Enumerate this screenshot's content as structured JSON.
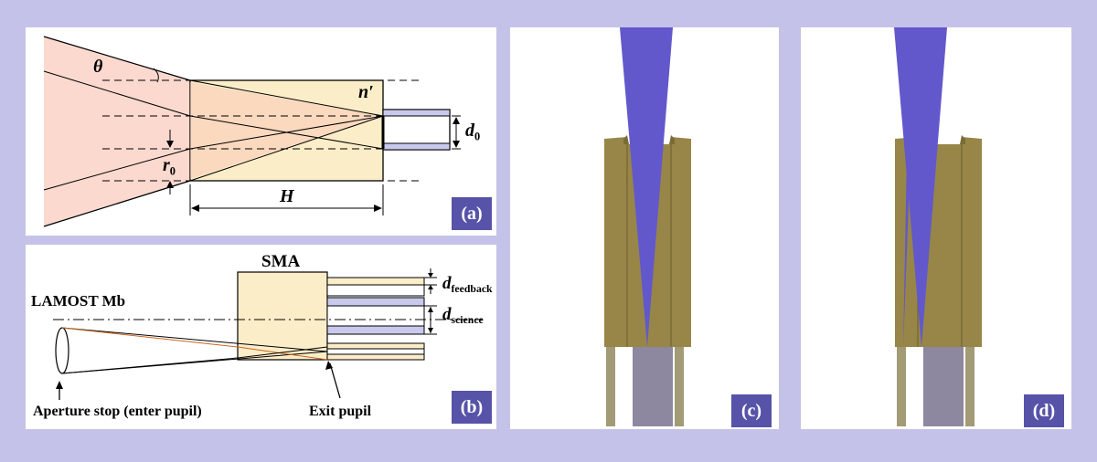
{
  "panel_a": {
    "badge": "(a)",
    "theta": "θ",
    "n_prime": "n′",
    "r0_main": "r",
    "r0_sub": "0",
    "d0_main": "d",
    "d0_sub": "0",
    "H": "H"
  },
  "panel_b": {
    "badge": "(b)",
    "sma": "SMA",
    "lamost": "LAMOST Mb",
    "d_feedback_main": "d",
    "d_feedback_sub": "feedback",
    "d_science_main": "d",
    "d_science_sub": "science",
    "aperture": "Aperture stop (enter pupil)",
    "exit_pupil": "Exit pupil"
  },
  "panel_c": {
    "badge": "(c)"
  },
  "panel_d": {
    "badge": "(d)"
  },
  "colors": {
    "background": "#c4c2e8",
    "badge": "#5753a8",
    "cone_light": "#fbd9cf",
    "cone_dark": "#f7c3b4",
    "block": "#fbedc8",
    "fiber": "#c8c9ec",
    "beam": "#6258cc",
    "holder": "#978648",
    "holder_dark": "#7a6c36",
    "leg": "#a39a76",
    "core": "#8d889f"
  }
}
